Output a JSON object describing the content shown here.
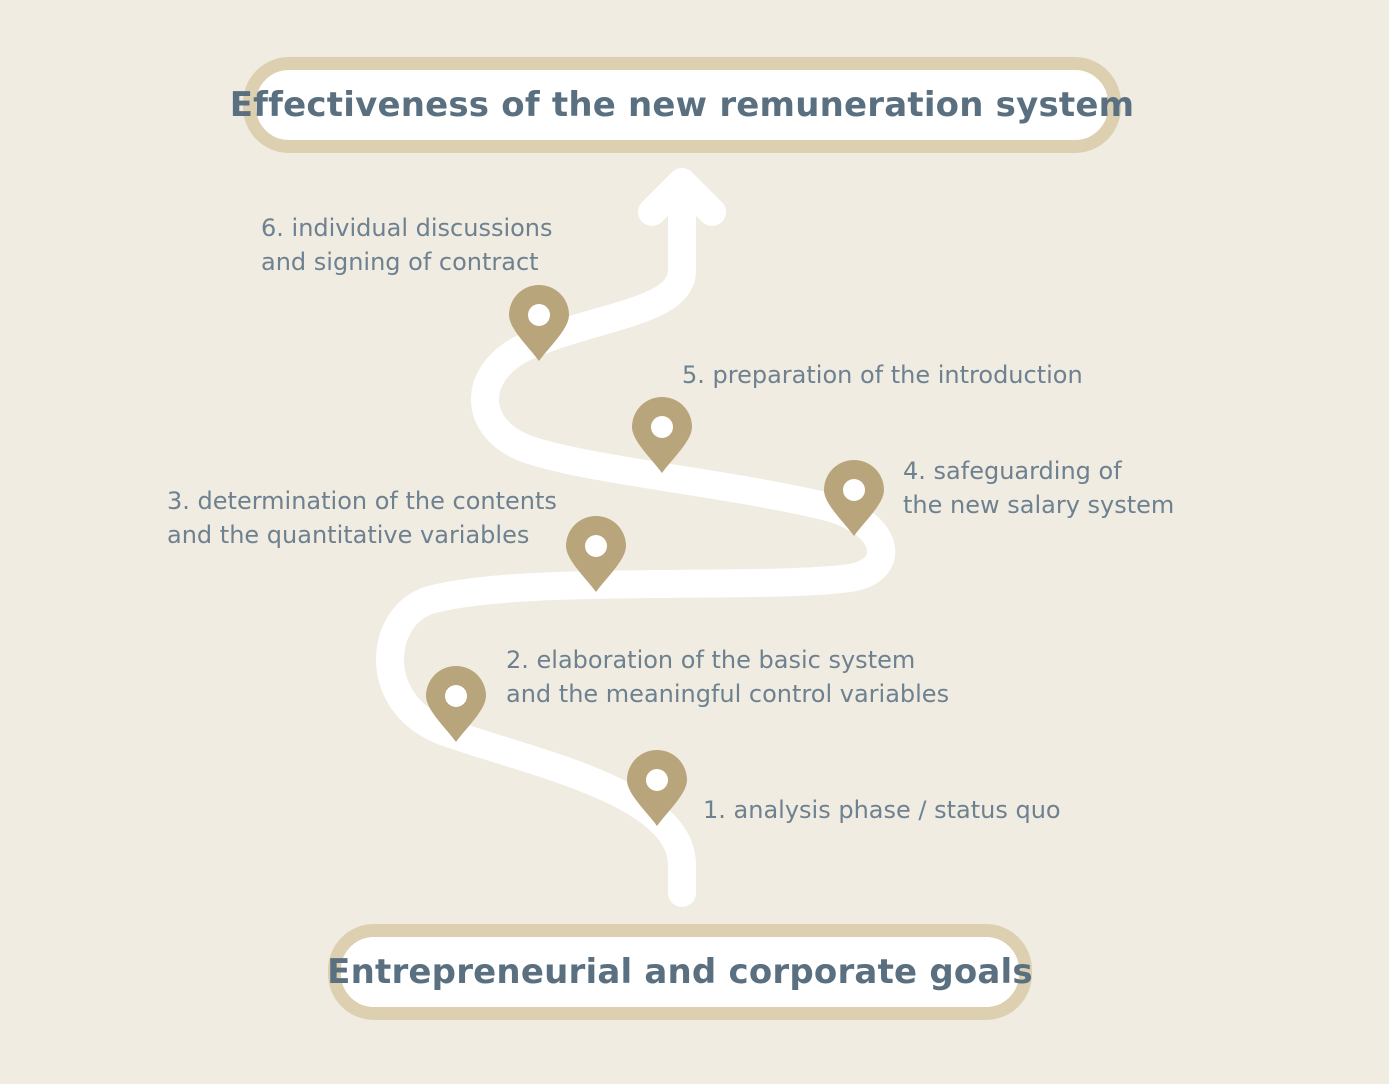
{
  "diagram": {
    "top_goal": "Effectiveness of the new remuneration system",
    "bottom_goal": "Entrepreneurial and corporate goals",
    "steps": [
      {
        "lines": [
          "1. analysis phase / status quo"
        ]
      },
      {
        "lines": [
          "2. elaboration of the basic system",
          "and the meaningful control variables"
        ]
      },
      {
        "lines": [
          "3. determination of the contents",
          "and the quantitative variables"
        ]
      },
      {
        "lines": [
          "4. safeguarding of",
          "the new salary system"
        ]
      },
      {
        "lines": [
          "5. preparation of the introduction"
        ]
      },
      {
        "lines": [
          "6. individual discussions",
          "and signing of contract"
        ]
      }
    ],
    "colors": {
      "background": "#f0ece1",
      "road": "#ffffff",
      "pin": "#b9a57b",
      "box_border": "#ddd0b0",
      "title_text": "#5a7080",
      "step_text": "#6e8190"
    },
    "icons": [
      "map-pin-icon",
      "arrow-up-icon"
    ]
  }
}
